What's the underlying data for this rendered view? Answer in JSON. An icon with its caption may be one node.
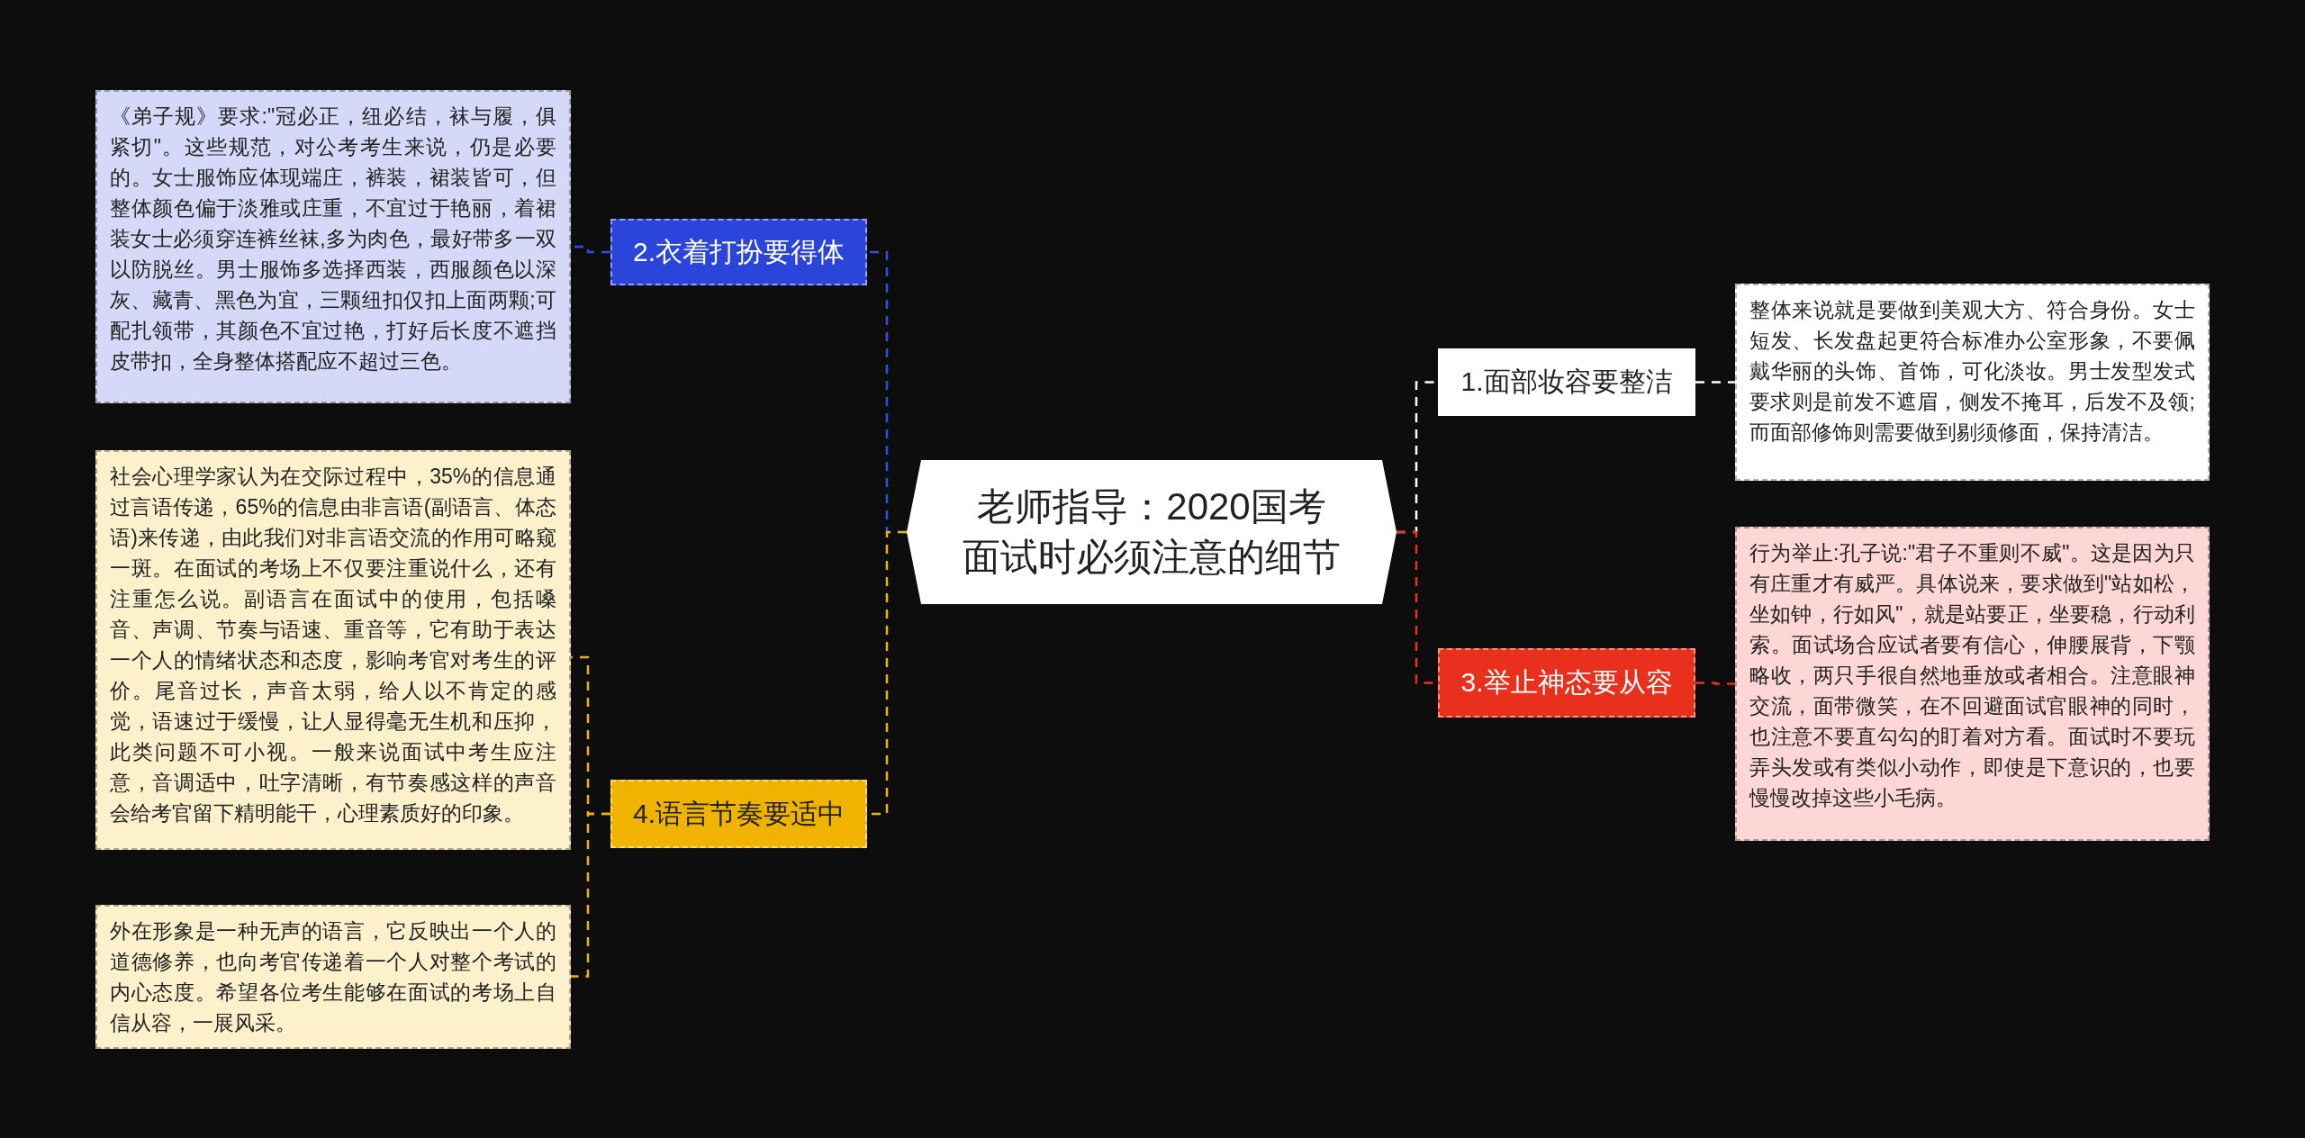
{
  "diagram": {
    "nodes": [
      {
        "text": [
          "老师指导：2020国考面试时必须注意的细节"
        ]
      },
      {
        "text": [
          "1.面部妆容要整洁"
        ]
      },
      {
        "text": [
          "整体来说就是要做到美观大方、符合身份。女士短发、长发盘起更符合标准办公室形象，不要佩戴华丽的头饰、首饰，可化淡妆。男士发型发式要求则是前发不遮眉，侧发不掩耳，后发不及领;而面部修饰则需要做到剔须修面，保持清洁。"
        ]
      },
      {
        "text": [
          "2.衣着打扮要得体"
        ]
      },
      {
        "text": [
          "《弟子规》要求:\"冠必正，纽必结，袜与履，俱紧切\"。这些规范，对公考考生来说，仍是必要的。女士服饰应体现端庄，裤装，裙装皆可，但整体颜色偏于淡雅或庄重，不宜过于艳丽，着裙装女士必须穿连裤丝袜,多为肉色，最好带多一双以防脱丝。男士服饰多选择西装，西服颜色以深灰、藏青、黑色为宜，三颗纽扣仅扣上面两颗;可配扎领带，其颜色不宜过艳，打好后长度不遮挡皮带扣，全身整体搭配应不超过三色。"
        ]
      },
      {
        "text": [
          "3.举止神态要从容"
        ]
      },
      {
        "text": [
          "行为举止:孔子说:\"君子不重则不威\"。这是因为只有庄重才有威严。具体说来，要求做到\"站如松，坐如钟，行如风\"，就是站要正，坐要稳，行动利索。面试场合应试者要有信心，伸腰展背，下颚略收，两只手很自然地垂放或者相合。注意眼神交流，面带微笑，在不回避面试官眼神的同时，也注意不要直勾勾的盯着对方看。面试时不要玩弄头发或有类似小动作，即使是下意识的，也要慢慢改掉这些小毛病。"
        ]
      },
      {
        "text": [
          "4.语言节奏要适中"
        ]
      },
      {
        "text": [
          "社会心理学家认为在交际过程中，35%的信息通过言语传递，65%的信息由非言语(副语言、体态语)来传递，由此我们对非言语交流的作用可略窥一斑。在面试的考场上不仅要注重说什么，还有注重怎么说。副语言在面试中的使用，包括嗓音、声调、节奏与语速、重音等，它有助于表达一个人的情绪状态和态度，影响考官对考生的评价。尾音过长，声音太弱，给人以不肯定的感觉，语速过于缓慢，让人显得毫无生机和压抑，此类问题不可小视。一般来说面试中考生应注意，音调适中，吐字清晰，有节奏感这样的声音会给考官留下精明能干，心理素质好的印象。"
        ]
      },
      {
        "text": [
          "外在形象是一种无声的语言，它反映出一个人的道德修养，也向考官传递着一个人对整个考试的内心态度。希望各位考生能够在面试的考场上自信从容，一展风采。"
        ]
      }
    ],
    "edges": [
      {
        "from": 0,
        "to": 1,
        "arrow": "none",
        "style": "dashed",
        "color": "#ffffff"
      },
      {
        "from": 1,
        "to": 2,
        "arrow": "none",
        "style": "dashed",
        "color": "#ffffff"
      },
      {
        "from": 0,
        "to": 3,
        "arrow": "none",
        "style": "dashed",
        "color": "#3050e0"
      },
      {
        "from": 3,
        "to": 4,
        "arrow": "none",
        "style": "dashed",
        "color": "#3050e0"
      },
      {
        "from": 0,
        "to": 5,
        "arrow": "none",
        "style": "dashed",
        "color": "#e8301c"
      },
      {
        "from": 5,
        "to": 6,
        "arrow": "none",
        "style": "dashed",
        "color": "#e8301c"
      },
      {
        "from": 0,
        "to": 7,
        "arrow": "none",
        "style": "dashed",
        "color": "#f0b400"
      },
      {
        "from": 7,
        "to": 8,
        "arrow": "none",
        "style": "dashed",
        "color": "#f0b400"
      },
      {
        "from": 7,
        "to": 9,
        "arrow": "none",
        "style": "dashed",
        "color": "#f0b400"
      }
    ]
  }
}
